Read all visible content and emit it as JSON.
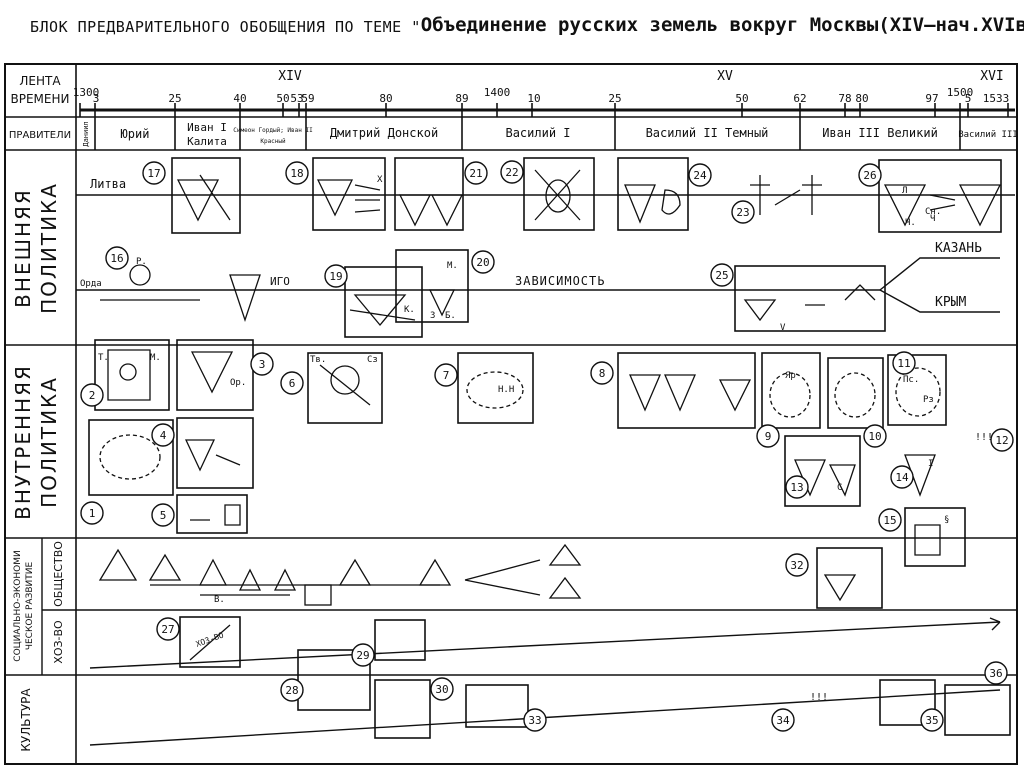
{
  "title": {
    "prefix": "БЛОК ПРЕДВАРИТЕЛЬНОГО ОБОБЩЕНИЯ ПО ТЕМЕ \"",
    "main": "Объединение русских земель вокруг Москвы(XIV–нач.XVIвв.)"
  },
  "rows": {
    "timeline": [
      "ЛЕНТА",
      "ВРЕМЕНИ"
    ],
    "rulers": "ПРАВИТЕЛИ",
    "foreign": [
      "ВНЕШНЯЯ",
      "ПОЛИТИКА"
    ],
    "domestic": [
      "ВНУТРЕННЯЯ",
      "ПОЛИТИКА"
    ],
    "socio": [
      "СОЦИАЛЬНО-ЭКОНОМИ",
      "ЧЕСКОЕ РАЗВИТИЕ"
    ],
    "society": "ОБЩЕСТВО",
    "economy": "ХОЗ-ВО",
    "culture": "КУЛЬТУРА"
  },
  "centuries": [
    "XIV",
    "XV",
    "XVI"
  ],
  "years": [
    "1300",
    "3",
    "25",
    "40",
    "50",
    "53",
    "59",
    "80",
    "89",
    "1400",
    "10",
    "25",
    "50",
    "62",
    "78",
    "80",
    "97",
    "1500",
    "5",
    "1533"
  ],
  "rulers": [
    "Даниил",
    "Юрий",
    "Иван I",
    "Калита",
    "Симеон Гордый; Иван II",
    "Красный",
    "Дмитрий Донской",
    "Василий I",
    "Василий II Темный",
    "Иван III Великий",
    "Василий III"
  ],
  "foreign": {
    "litva": "Литва",
    "orda": "Орда",
    "igo": "ИГО",
    "zavisimost": "ЗАВИСИМОСТЬ",
    "kazan": "КАЗАНЬ",
    "krym": "КРЫМ"
  },
  "numbers": [
    "1",
    "2",
    "3",
    "4",
    "5",
    "6",
    "7",
    "8",
    "9",
    "10",
    "11",
    "12",
    "13",
    "14",
    "15",
    "16",
    "17",
    "18",
    "19",
    "20",
    "21",
    "22",
    "23",
    "24",
    "25",
    "26",
    "27",
    "28",
    "29",
    "30",
    "32",
    "33",
    "34",
    "35",
    "36"
  ],
  "symbols": [
    "Р.",
    "Т.",
    "М.",
    "Ор.",
    "Тв.",
    "Сз",
    "Н.Н",
    "Яр",
    "Пс.",
    "Рз",
    "С",
    "§",
    "В.",
    "I",
    "Л",
    "Ч",
    "Х",
    "К.",
    "З",
    "Б.",
    "М.",
    "Сн.",
    "Ч.",
    "V",
    "ХОЗ-ВО",
    "!!!",
    "!!!"
  ]
}
